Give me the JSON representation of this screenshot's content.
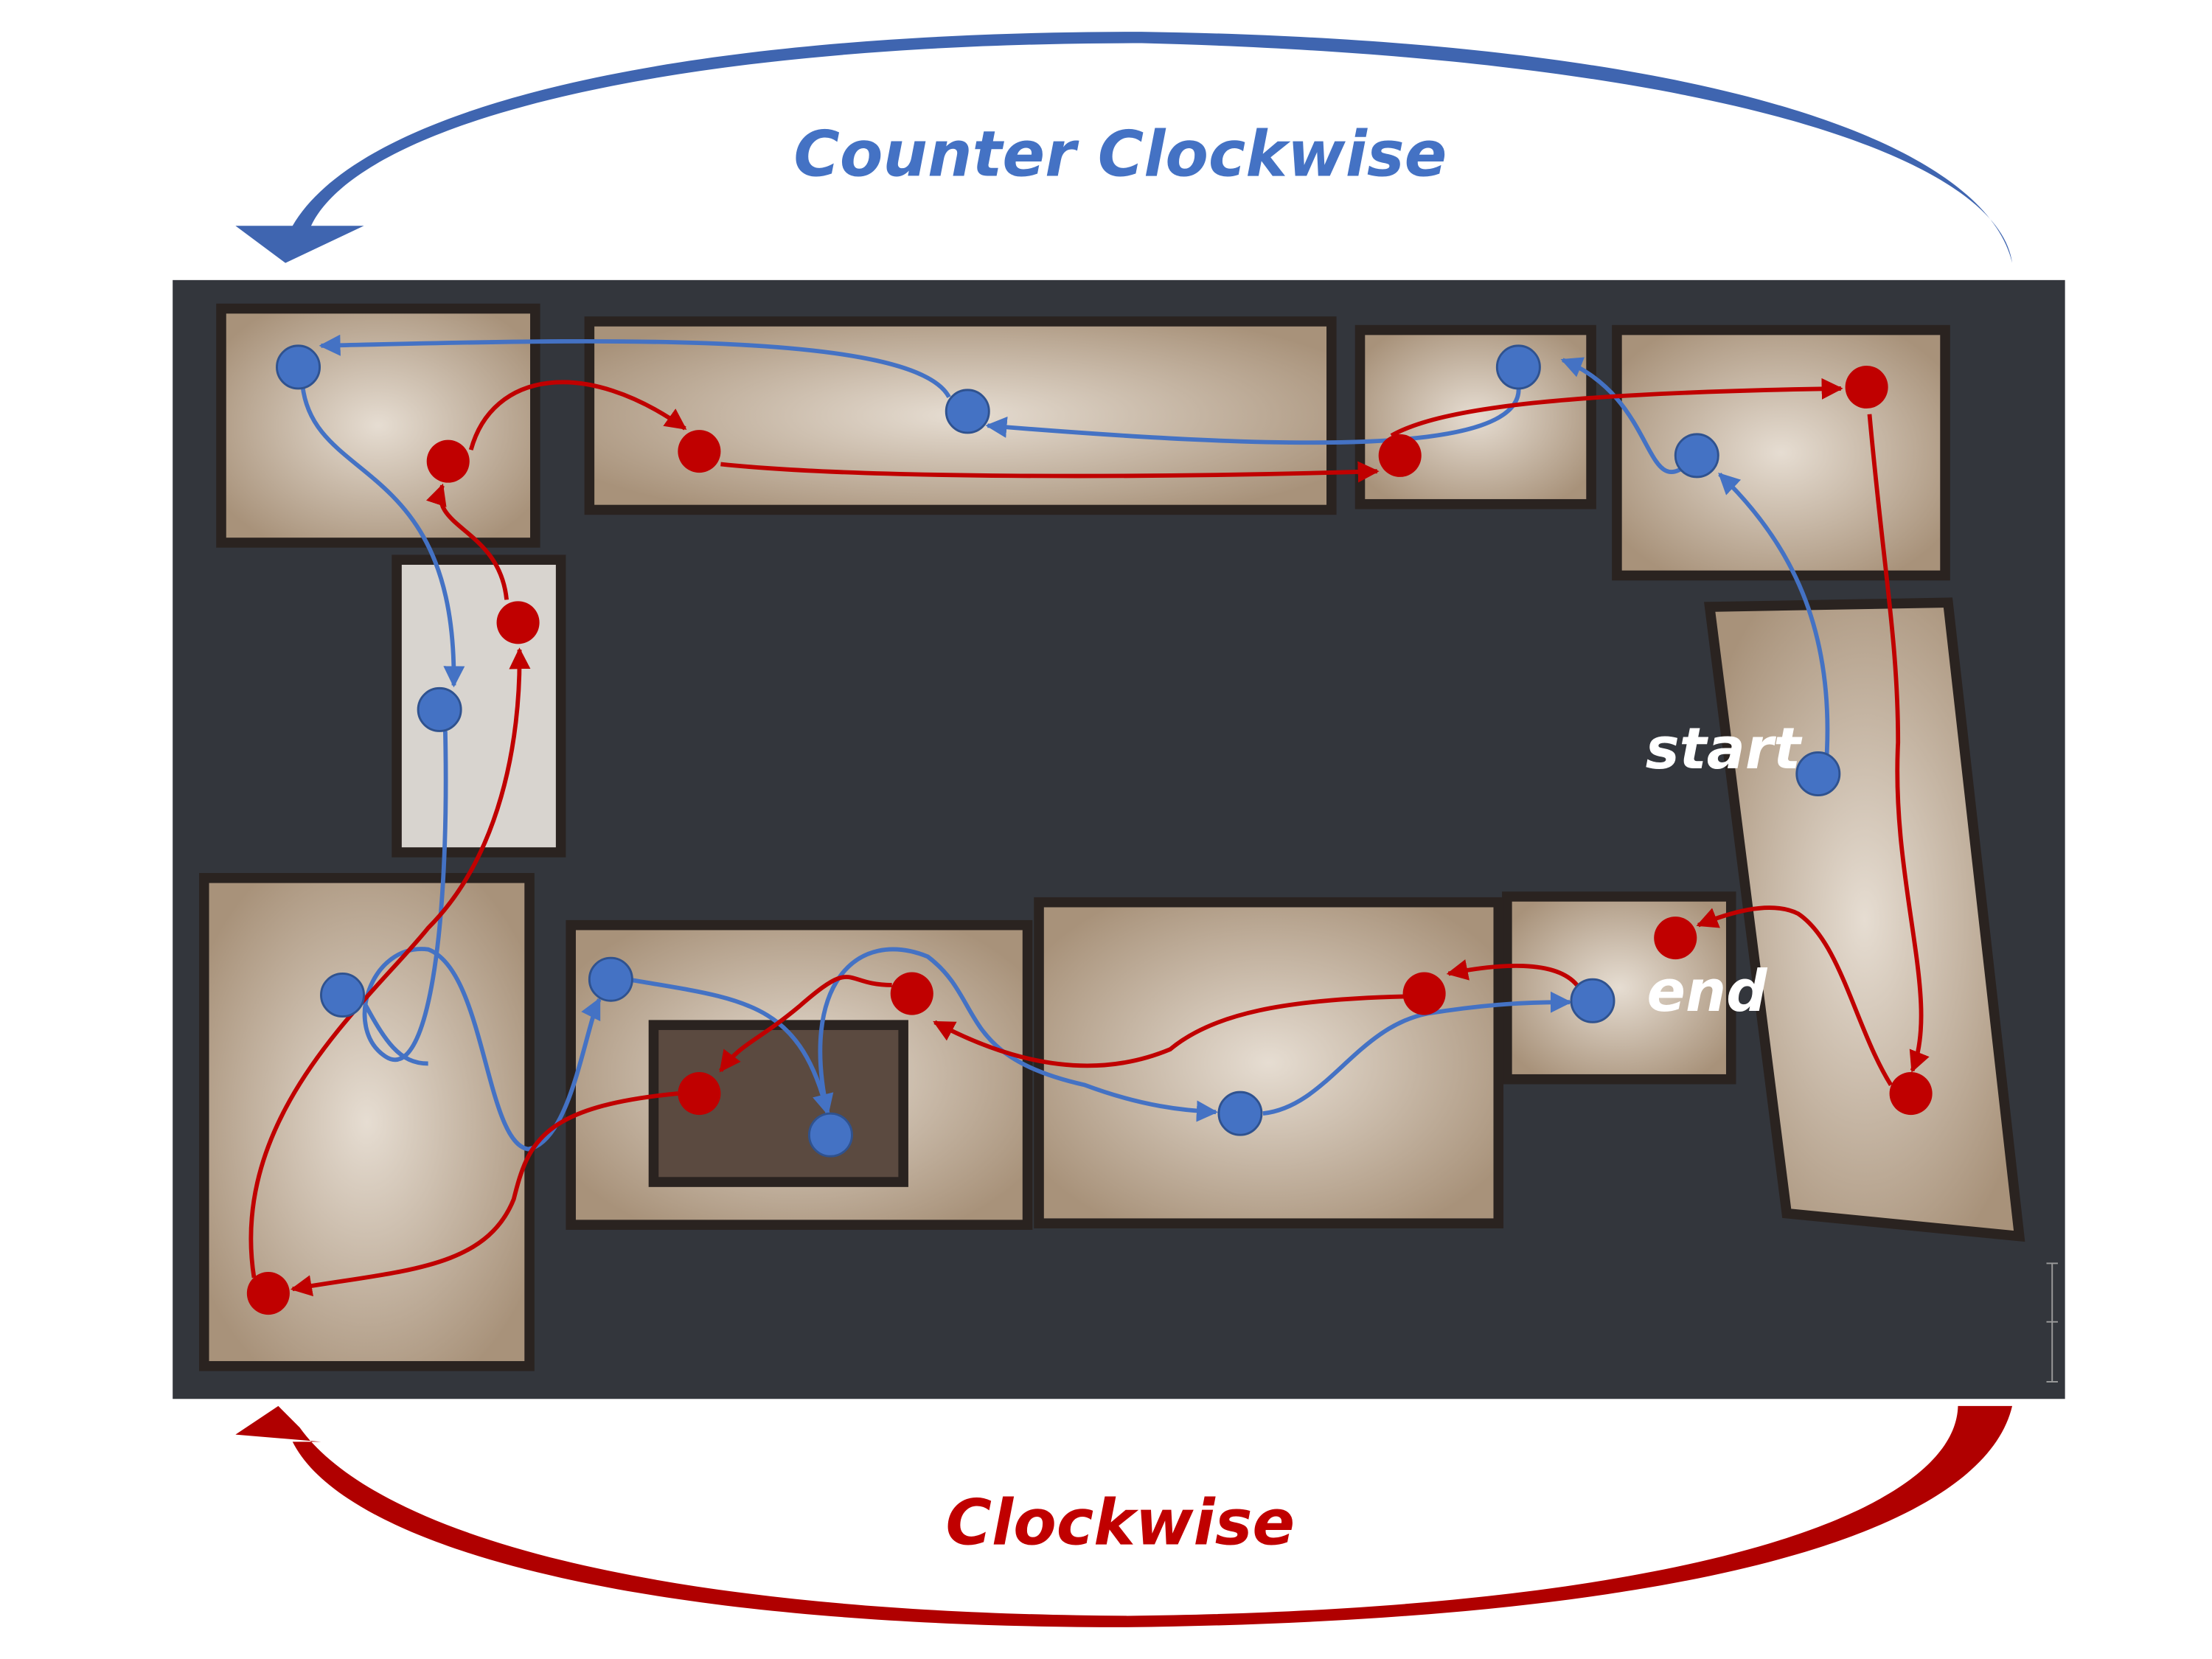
{
  "title_counter": "Counter Clockwise",
  "title_clockwise": "Clockwise",
  "start_label": "start",
  "end_label": "end",
  "colors": {
    "blue": "#4472C4",
    "red": "#C00000",
    "floor_bg": "#33363C",
    "room_floor": "#B8A48E",
    "room_wall": "#2A2320"
  }
}
